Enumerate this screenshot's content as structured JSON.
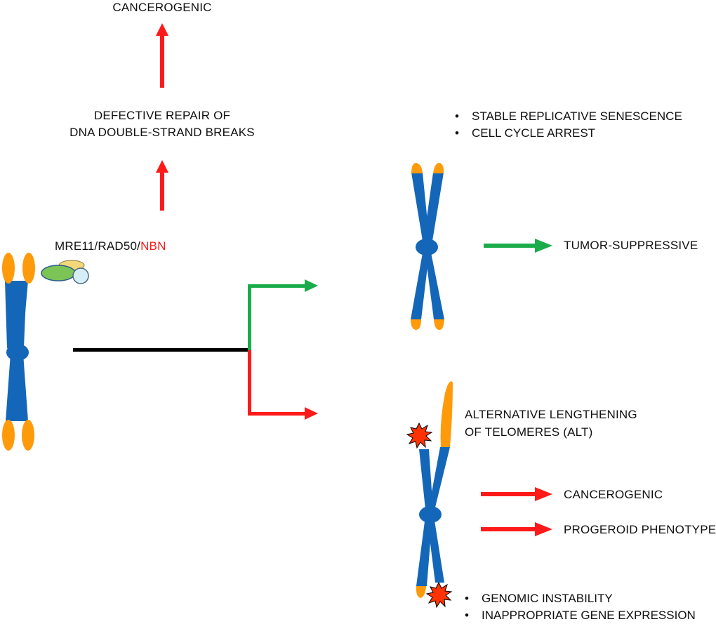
{
  "colors": {
    "red_arrow": "#ff1a1a",
    "green_arrow": "#1aac4a",
    "black_line": "#000000",
    "chromosome_blue": "#1467b8",
    "telomere_orange": "#ff9a0a",
    "damage_star": "#ff3300",
    "nbn_text": "#ff1a1a"
  },
  "top": {
    "outcome_label": "CANCEROGENIC",
    "defect_line1": "DEFECTIVE REPAIR OF",
    "defect_line2": "DNA DOUBLE-STRAND BREAKS"
  },
  "complex": {
    "part1": "MRE11/RAD50/",
    "part2": "NBN"
  },
  "upper_branch": {
    "bullets": [
      "STABLE REPLICATIVE SENESCENCE",
      "CELL CYCLE ARREST"
    ],
    "outcome": "TUMOR-SUPPRESSIVE"
  },
  "lower_branch": {
    "alt_line1": "ALTERNATIVE LENGTHENING",
    "alt_line2": "OF TELOMERES (ALT)",
    "outcomes": [
      "CANCEROGENIC",
      "PROGEROID PHENOTYPE"
    ],
    "bullets": [
      "GENOMIC INSTABILITY",
      "INAPPROPRIATE GENE EXPRESSION"
    ]
  }
}
